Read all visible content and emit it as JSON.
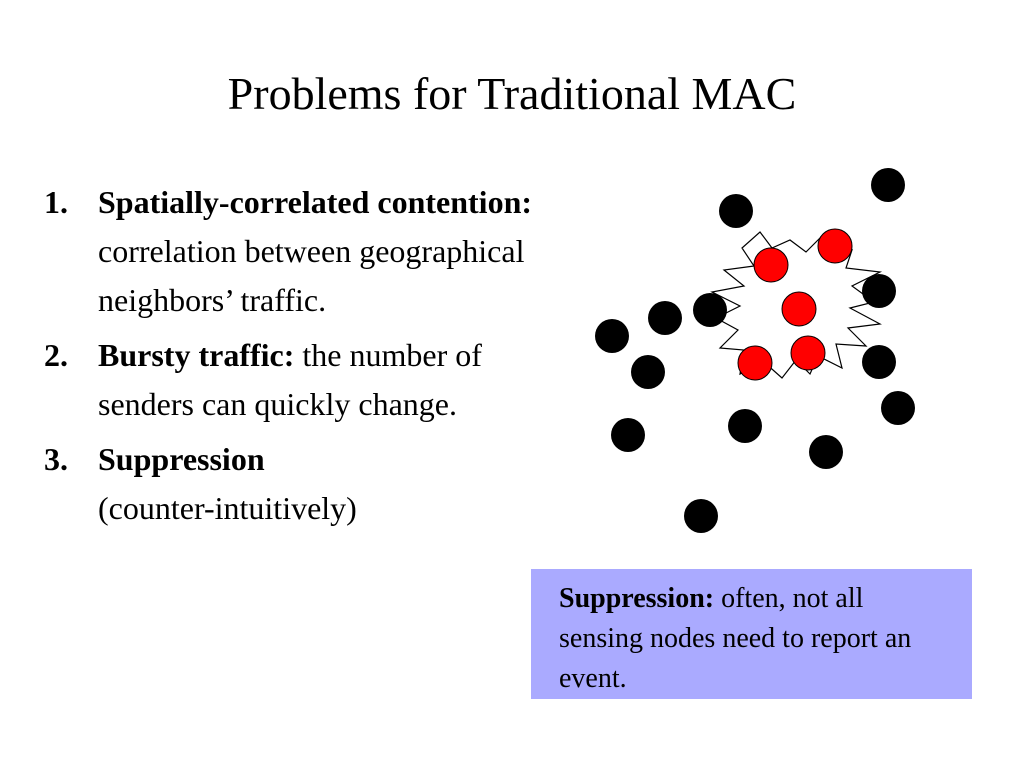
{
  "title": "Problems for Traditional MAC",
  "items": [
    {
      "num": "1.",
      "head": "Spatially-correlated contention:",
      "body": "correlation between geographical neighbors’ traffic."
    },
    {
      "num": "2.",
      "head": "Bursty traffic:",
      "body": "the number of senders can quickly change."
    },
    {
      "num": "3.",
      "head": "Suppression",
      "body": "(counter-intuitively)"
    }
  ],
  "note": {
    "head": "Suppression:",
    "body": "often, not all sensing nodes need to report an event."
  },
  "colors": {
    "node_black": "#000000",
    "node_red": "#ff0000",
    "note_bg": "#aaaaff"
  }
}
